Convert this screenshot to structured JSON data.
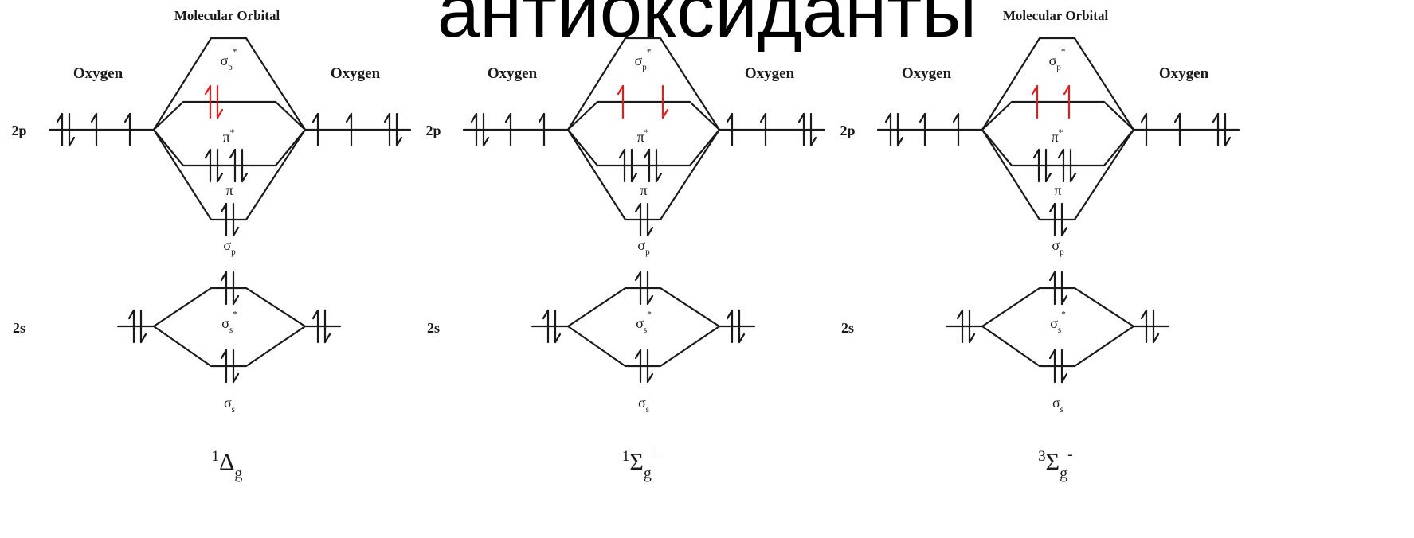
{
  "page": {
    "title": "антиоксиданты"
  },
  "diagram": {
    "labels": {
      "mo_header": "Molecular Orbital",
      "atom_left": "Oxygen",
      "atom_right": "Oxygen",
      "level_2p": "2p",
      "level_2s": "2s",
      "sigma_p_star": {
        "base": "σ",
        "sub": "p",
        "sup": "*"
      },
      "pi_star": {
        "base": "π",
        "sup": "*"
      },
      "pi": {
        "base": "π"
      },
      "sigma_p": {
        "base": "σ",
        "sub": "p"
      },
      "sigma_s_star": {
        "base": "σ",
        "sub": "s",
        "sup": "*"
      },
      "sigma_s": {
        "base": "σ",
        "sub": "s"
      }
    },
    "panels": [
      {
        "state": {
          "pre": "1",
          "base": "Δ",
          "sub": "g",
          "sup": ""
        },
        "pi_star_electrons": "paired",
        "highlight_color": "#e02020"
      },
      {
        "state": {
          "pre": "1",
          "base": "Σ",
          "sub": "g",
          "sup": "+"
        },
        "pi_star_electrons": "up-down",
        "highlight_color": "#e02020"
      },
      {
        "state": {
          "pre": "3",
          "base": "Σ",
          "sub": "g",
          "sup": "-"
        },
        "pi_star_electrons": "up-up",
        "highlight_color": "#e02020"
      }
    ]
  }
}
